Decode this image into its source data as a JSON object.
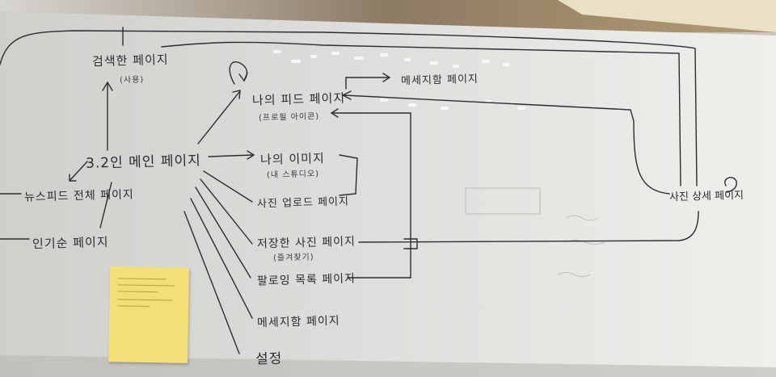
{
  "board": {
    "main_page": "3.2인 메인 페이지",
    "search_page": "검색한 페이지",
    "search_page_sub": "(사용)",
    "my_feed_page": "나의 피드 페이지",
    "my_feed_page_sub": "(프로필 아이콘)",
    "message_page_top": "메세지함 페이지",
    "my_image": "나의 이미지",
    "my_image_sub": "(내 스튜디오)",
    "photo_upload_page": "사진 업로드 페이지",
    "saved_photo_page": "저장한 사진 페이지",
    "saved_photo_page_sub": "(즐겨찾기)",
    "follow_list_page": "팔로잉 목록 페이지",
    "message_page_bottom": "메세지함 페이지",
    "settings": "설정",
    "newsfeed_all_page": "뉴스피드 전체 페이지",
    "popular_page": "인기순 페이지",
    "photo_detail_page": "사진 상세 페이지"
  },
  "colors": {
    "board": "#dcdcd9",
    "board_right_lit": "#f2f2ee",
    "wall": "#7a6a58",
    "marker": "#2a2d33",
    "sticky_note": "#f3df78"
  }
}
